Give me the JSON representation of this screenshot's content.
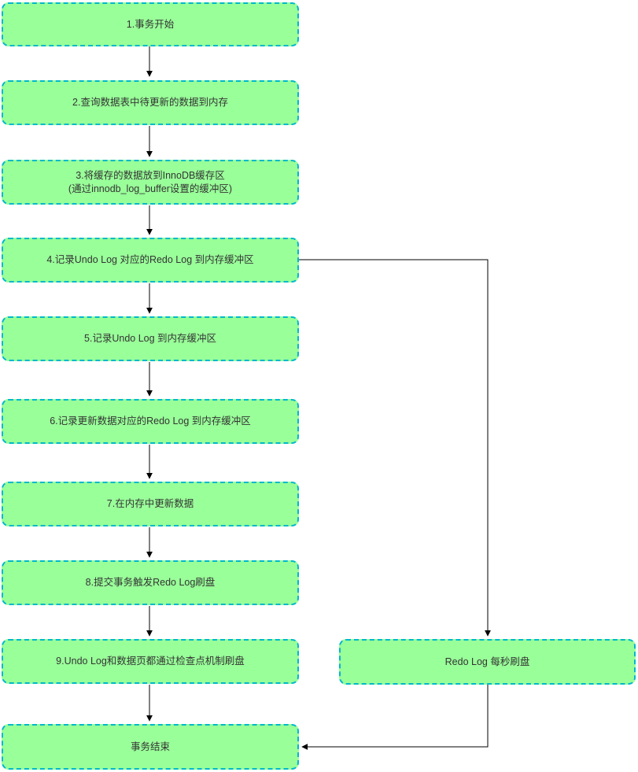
{
  "diagram": {
    "type": "flowchart",
    "nodes": [
      {
        "id": "transaction-start",
        "label": "1.事务开始"
      },
      {
        "id": "query-data",
        "label": "2.查询数据表中待更新的数据到内存"
      },
      {
        "id": "innodb-buffer",
        "label": "3.将缓存的数据放到InnoDB缓存区\n(通过innodb_log_buffer设置的缓冲区)"
      },
      {
        "id": "undo-redo-log",
        "label": "4.记录Undo Log 对应的Redo Log 到内存缓冲区"
      },
      {
        "id": "undo-log",
        "label": "5.记录Undo Log 到内存缓冲区"
      },
      {
        "id": "update-redo-log",
        "label": "6.记录更新数据对应的Redo Log 到内存缓冲区"
      },
      {
        "id": "update-in-memory",
        "label": "7.在内存中更新数据"
      },
      {
        "id": "commit-flush",
        "label": "8.提交事务触发Redo Log刷盘"
      },
      {
        "id": "checkpoint-flush",
        "label": "9.Undo Log和数据页都通过检查点机制刷盘"
      },
      {
        "id": "transaction-end",
        "label": "事务结束"
      },
      {
        "id": "redo-per-second",
        "label": "Redo Log 每秒刷盘"
      }
    ],
    "edges": [
      {
        "from": "transaction-start",
        "to": "query-data"
      },
      {
        "from": "query-data",
        "to": "innodb-buffer"
      },
      {
        "from": "innodb-buffer",
        "to": "undo-redo-log"
      },
      {
        "from": "undo-redo-log",
        "to": "undo-log"
      },
      {
        "from": "undo-log",
        "to": "update-redo-log"
      },
      {
        "from": "update-redo-log",
        "to": "update-in-memory"
      },
      {
        "from": "update-in-memory",
        "to": "commit-flush"
      },
      {
        "from": "commit-flush",
        "to": "checkpoint-flush"
      },
      {
        "from": "checkpoint-flush",
        "to": "transaction-end"
      },
      {
        "from": "undo-redo-log",
        "to": "redo-per-second"
      },
      {
        "from": "redo-per-second",
        "to": "transaction-end"
      }
    ],
    "colors": {
      "node_fill": "#99ff99",
      "node_border": "#00b8cc",
      "connector": "#000000",
      "text": "#333333",
      "background": "#ffffff"
    }
  }
}
